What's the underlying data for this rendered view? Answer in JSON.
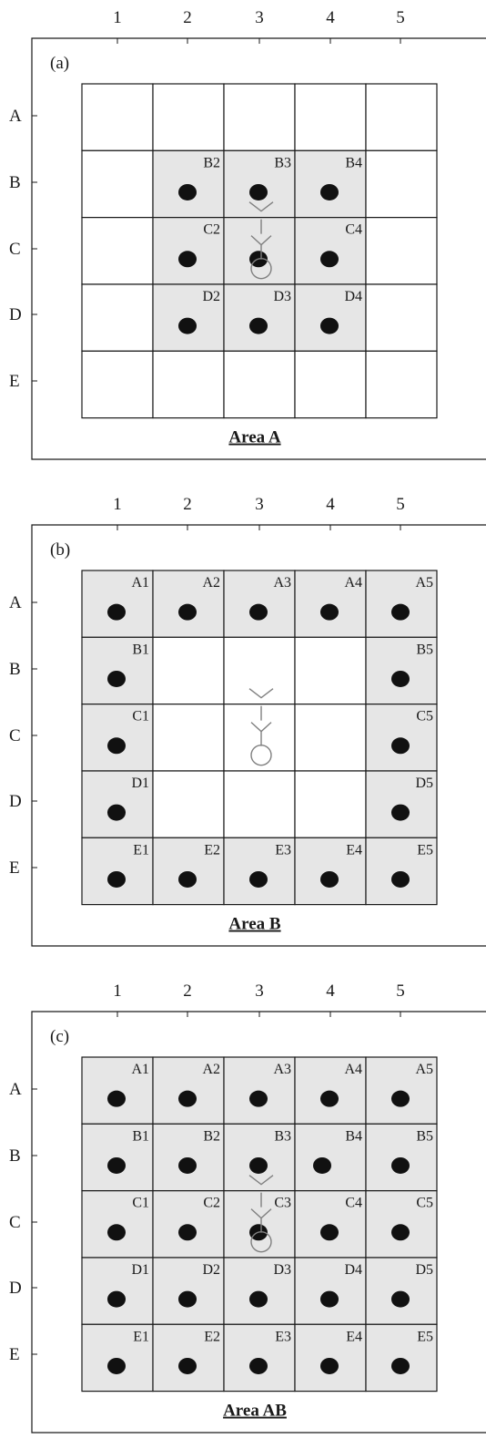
{
  "colors": {
    "active_fill": "#e6e6e6",
    "inactive_fill": "#ffffff",
    "line": "#1a1a1a",
    "marker": "#111111",
    "antenna": "#808080"
  },
  "columns": [
    "1",
    "2",
    "3",
    "4",
    "5"
  ],
  "rows": [
    "A",
    "B",
    "C",
    "D",
    "E"
  ],
  "panels": [
    {
      "tag": "(a)",
      "title": "Area A",
      "active_cells": [
        "B2",
        "B3",
        "B4",
        "C2",
        "C3",
        "C4",
        "D2",
        "D3",
        "D4"
      ],
      "labeled_cells": [
        "B2",
        "B3",
        "B4",
        "C2",
        "C4",
        "D2",
        "D3",
        "D4"
      ],
      "antenna": "C3"
    },
    {
      "tag": "(b)",
      "title": "Area B",
      "active_cells": [
        "A1",
        "A2",
        "A3",
        "A4",
        "A5",
        "B1",
        "B5",
        "C1",
        "C5",
        "D1",
        "D5",
        "E1",
        "E2",
        "E3",
        "E4",
        "E5"
      ],
      "labeled_cells": [
        "A1",
        "A2",
        "A3",
        "A4",
        "A5",
        "B1",
        "B5",
        "C1",
        "C5",
        "D1",
        "D5",
        "E1",
        "E2",
        "E3",
        "E4",
        "E5"
      ],
      "antenna": "C3"
    },
    {
      "tag": "(c)",
      "title": "Area AB",
      "active_cells": [
        "A1",
        "A2",
        "A3",
        "A4",
        "A5",
        "B1",
        "B2",
        "B3",
        "B4",
        "B5",
        "C1",
        "C2",
        "C3",
        "C4",
        "C5",
        "D1",
        "D2",
        "D3",
        "D4",
        "D5",
        "E1",
        "E2",
        "E3",
        "E4",
        "E5"
      ],
      "labeled_cells": [
        "A1",
        "A2",
        "A3",
        "A4",
        "A5",
        "B1",
        "B2",
        "B3",
        "B4",
        "B5",
        "C1",
        "C2",
        "C3",
        "C4",
        "C5",
        "D1",
        "D2",
        "D3",
        "D4",
        "D5",
        "E1",
        "E2",
        "E3",
        "E4",
        "E5"
      ],
      "antenna": "C3"
    }
  ]
}
